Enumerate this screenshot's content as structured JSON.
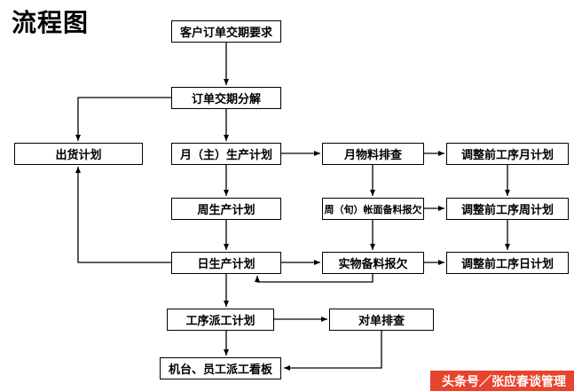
{
  "page": {
    "title": "流程图"
  },
  "nodes": {
    "customer_order": "客户订单交期要求",
    "order_breakdown": "订单交期分解",
    "shipment_plan": "出货计划",
    "monthly_plan": "月（主）生产计划",
    "monthly_material_check": "月物料排查",
    "pre_adjust_monthly": "调整前工序月计划",
    "weekly_plan": "周生产计划",
    "weekly_book_material": "周（旬）帐面备料报欠",
    "pre_adjust_weekly": "调整前工序周计划",
    "daily_plan": "日生产计划",
    "physical_material": "实物备料报欠",
    "pre_adjust_daily": "调整前工序日计划",
    "dispatch_plan": "工序派工计划",
    "order_check": "对单排查",
    "dispatch_board": "机台、员工派工看板"
  },
  "edges": [
    {
      "from": "customer_order",
      "to": "order_breakdown"
    },
    {
      "from": "order_breakdown",
      "to": "monthly_plan"
    },
    {
      "from": "order_breakdown",
      "to": "shipment_plan"
    },
    {
      "from": "monthly_plan",
      "to": "weekly_plan"
    },
    {
      "from": "monthly_plan",
      "to": "monthly_material_check"
    },
    {
      "from": "monthly_material_check",
      "to": "pre_adjust_monthly"
    },
    {
      "from": "monthly_material_check",
      "to": "weekly_book_material"
    },
    {
      "from": "pre_adjust_monthly",
      "to": "pre_adjust_weekly"
    },
    {
      "from": "weekly_plan",
      "to": "daily_plan"
    },
    {
      "from": "weekly_book_material",
      "to": "pre_adjust_weekly"
    },
    {
      "from": "weekly_book_material",
      "to": "physical_material"
    },
    {
      "from": "pre_adjust_weekly",
      "to": "pre_adjust_daily"
    },
    {
      "from": "daily_plan",
      "to": "physical_material"
    },
    {
      "from": "physical_material",
      "to": "pre_adjust_daily"
    },
    {
      "from": "daily_plan",
      "to": "shipment_plan"
    },
    {
      "from": "daily_plan",
      "to": "dispatch_plan"
    },
    {
      "from": "physical_material",
      "to": "daily_plan"
    },
    {
      "from": "dispatch_plan",
      "to": "order_check"
    },
    {
      "from": "dispatch_plan",
      "to": "dispatch_board"
    },
    {
      "from": "order_check",
      "to": "dispatch_board"
    }
  ],
  "watermark": {
    "text": "头条号／张应春谈管理",
    "bg_color": "#e8432c",
    "text_color": "#ffffff"
  },
  "colors": {
    "line": "#000000",
    "box_border": "#000000",
    "background": "#ffffff"
  }
}
